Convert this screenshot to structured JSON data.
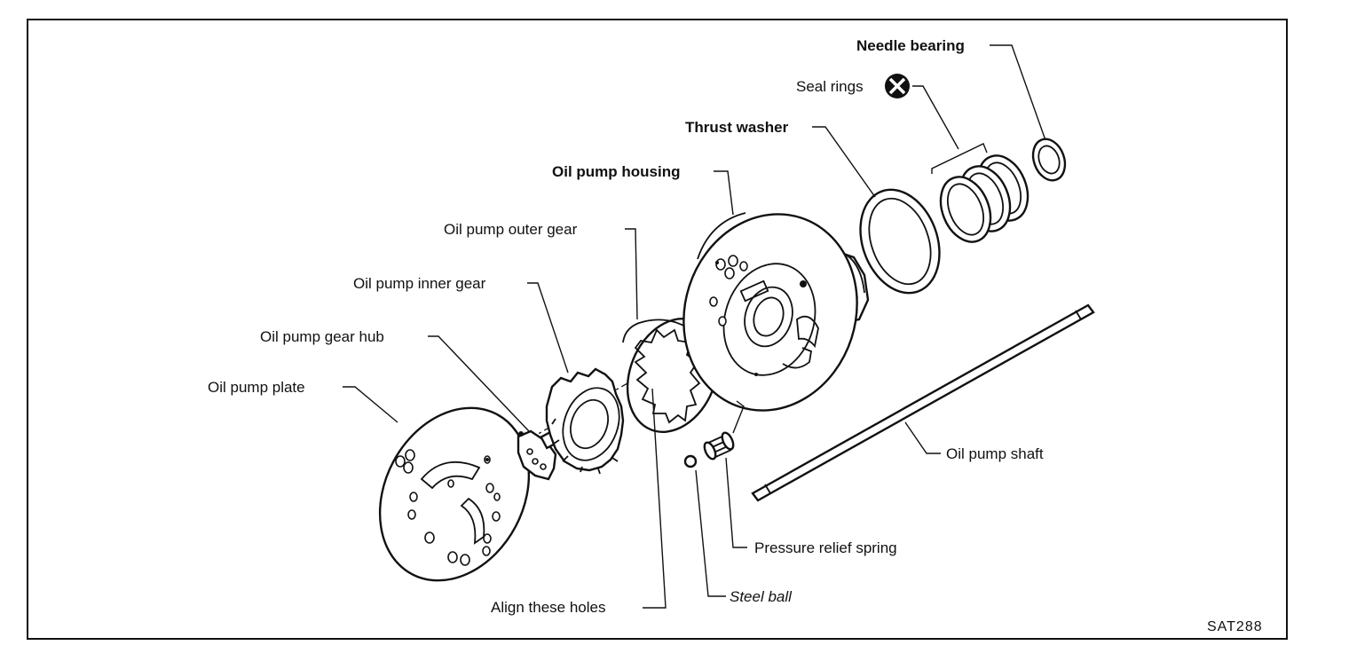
{
  "labels": {
    "needle_bearing": "Needle bearing",
    "seal_rings": "Seal rings",
    "thrust_washer": "Thrust washer",
    "oil_pump_housing": "Oil pump housing",
    "oil_pump_outer_gear": "Oil pump outer gear",
    "oil_pump_inner_gear": "Oil pump inner gear",
    "oil_pump_gear_hub": "Oil pump gear hub",
    "oil_pump_plate": "Oil pump plate",
    "oil_pump_shaft": "Oil pump shaft",
    "pressure_relief_spring": "Pressure relief spring",
    "steel_ball": "Steel ball",
    "align_these_holes": "Align these holes"
  },
  "figure_code": "SAT288",
  "icons": {
    "seal_ring_mark": "circled-x-icon"
  },
  "colors": {
    "ink": "#111111",
    "paper": "#ffffff"
  }
}
